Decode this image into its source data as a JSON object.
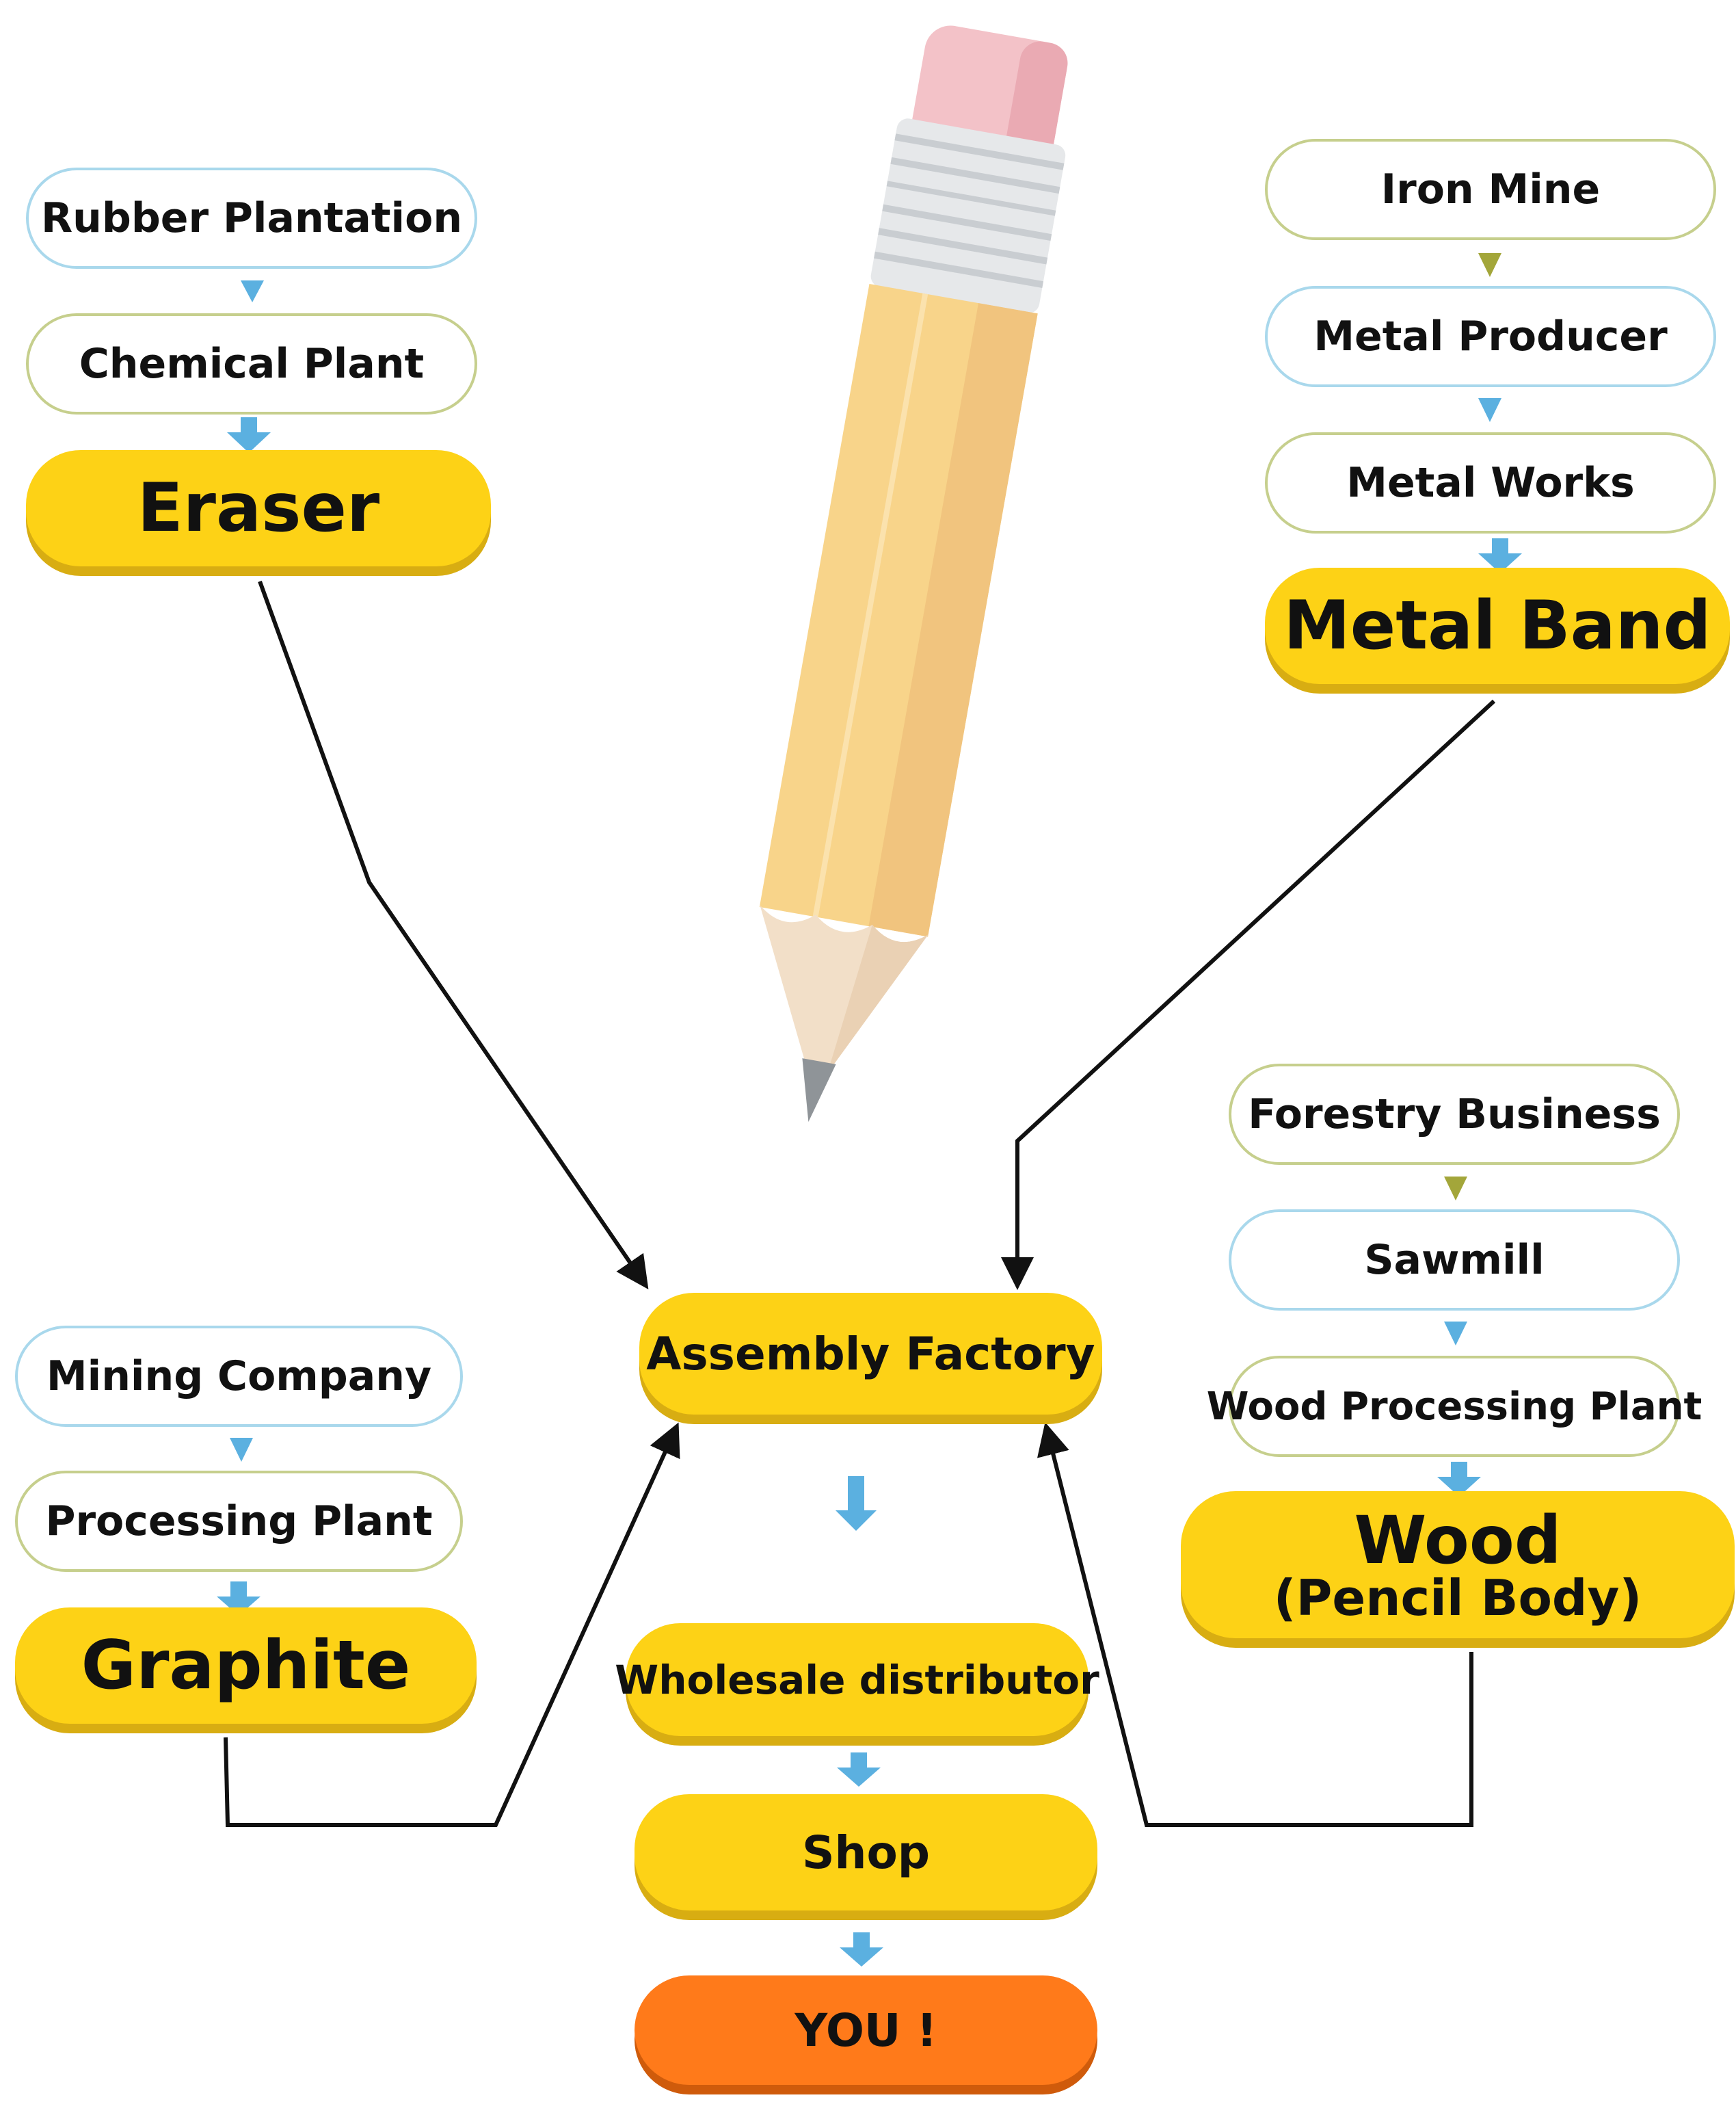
{
  "colors": {
    "accent_yellow": "#fdd216",
    "accent_orange": "#ff7a1a",
    "arrow_blue": "#5bb0e0",
    "arrow_olive": "#a3a63a",
    "border_blue": "#a9d8ec",
    "border_olive": "#c6cf8d",
    "connector": "#111111"
  },
  "eraser_chain": {
    "rubber_plantation": "Rubber Plantation",
    "chemical_plant": "Chemical Plant",
    "eraser": "Eraser"
  },
  "metal_chain": {
    "iron_mine": "Iron Mine",
    "metal_producer": "Metal Producer",
    "metal_works": "Metal Works",
    "metal_band": "Metal Band"
  },
  "wood_chain": {
    "forestry_business": "Forestry Business",
    "sawmill": "Sawmill",
    "wood_processing_plant": "Wood Processing Plant",
    "wood_line1": "Wood",
    "wood_line2": "(Pencil Body)"
  },
  "graphite_chain": {
    "mining_company": "Mining Company",
    "processing_plant": "Processing Plant",
    "graphite": "Graphite"
  },
  "center": {
    "assembly_factory": "Assembly Factory",
    "wholesale_distributor": "Wholesale distributor",
    "shop": "Shop",
    "you": "YOU !"
  },
  "illustration": {
    "icon": "pencil-icon"
  }
}
